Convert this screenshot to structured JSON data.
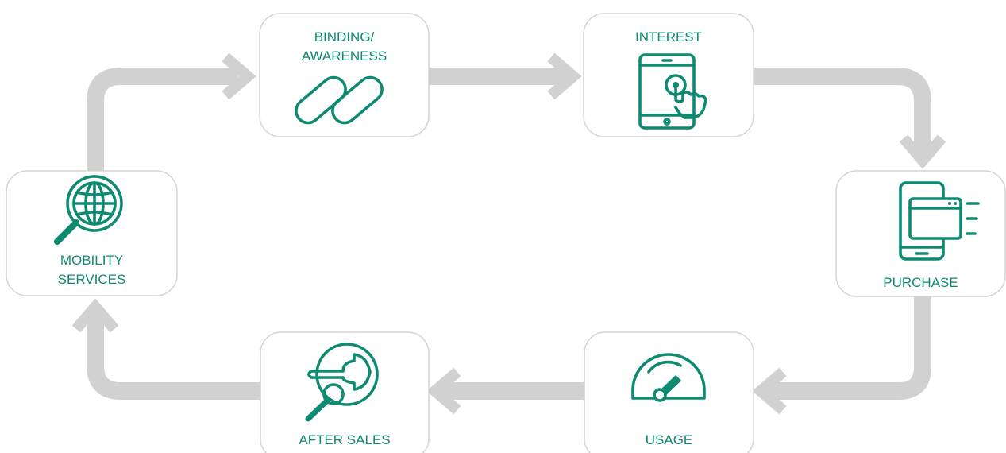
{
  "nodes": {
    "binding": {
      "label_line1": "BINDING/",
      "label_line2": "AWARENESS",
      "icon": "chain-link-icon"
    },
    "interest": {
      "label": "INTEREST",
      "icon": "tablet-tap-icon"
    },
    "purchase": {
      "label": "PURCHASE",
      "icon": "mobile-window-icon"
    },
    "usage": {
      "label": "USAGE",
      "icon": "speedometer-icon"
    },
    "after_sales": {
      "label": "AFTER SALES",
      "icon": "wrench-search-icon"
    },
    "mobility": {
      "label_line1": "MOBILITY",
      "label_line2": "SERVICES",
      "icon": "globe-search-icon"
    }
  },
  "colors": {
    "accent": "#0e8a70",
    "flow": "#d1d1d1",
    "card_border": "#d4d4d4"
  }
}
